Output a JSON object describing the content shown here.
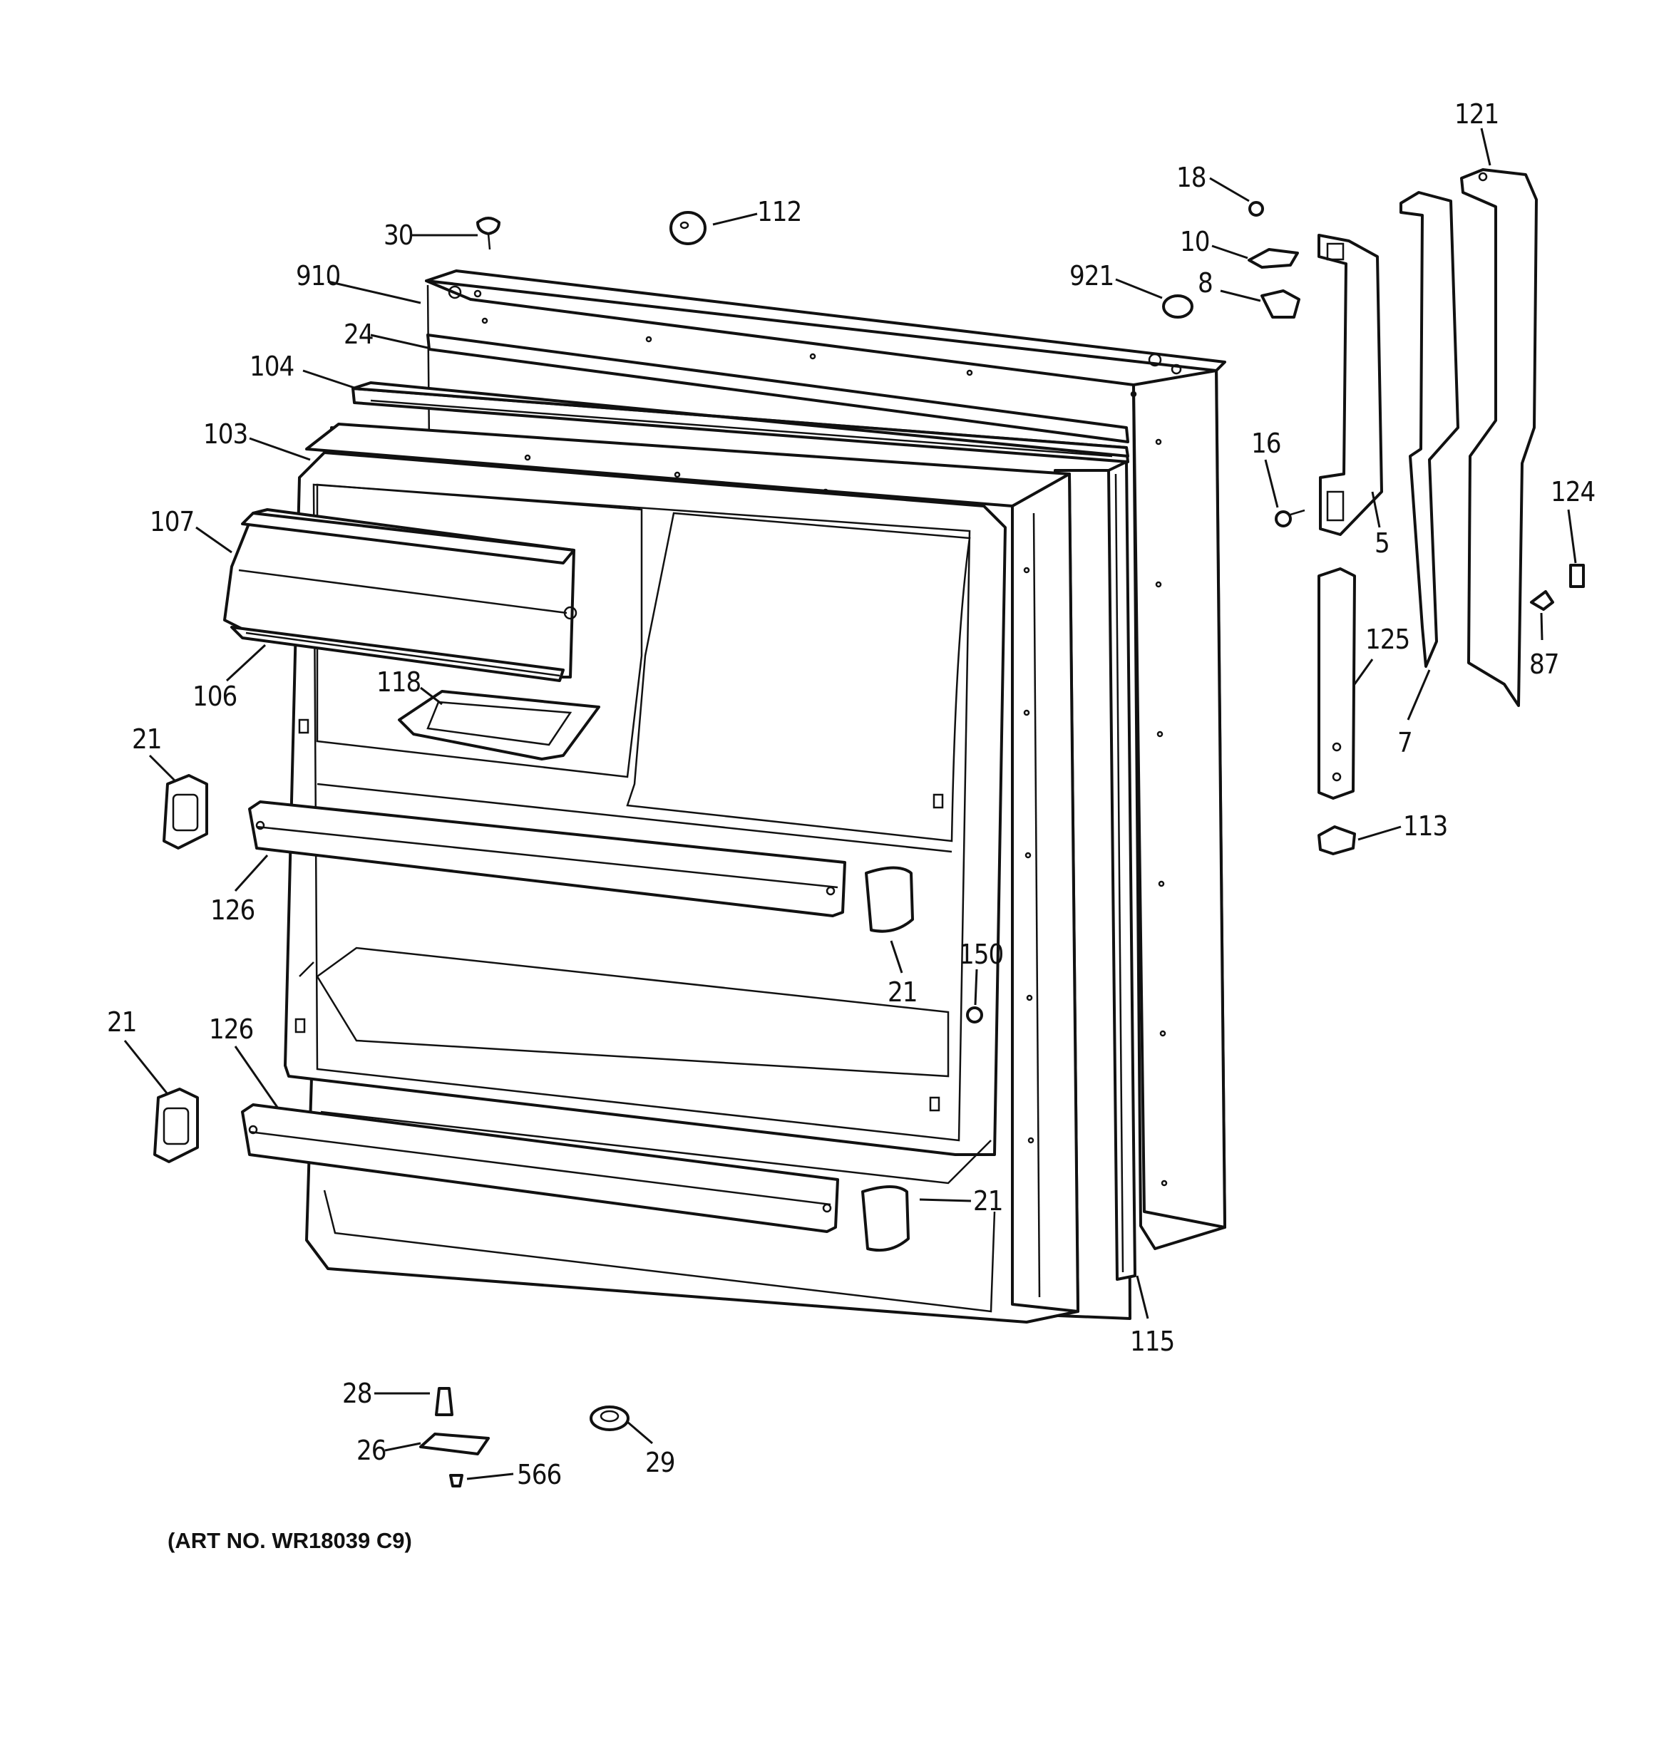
{
  "diagram": {
    "art_number": "(ART NO. WR18039 C9)",
    "callouts": [
      {
        "id": "c30",
        "text": "30"
      },
      {
        "id": "c112",
        "text": "112"
      },
      {
        "id": "c910",
        "text": "910"
      },
      {
        "id": "c24",
        "text": "24"
      },
      {
        "id": "c104",
        "text": "104"
      },
      {
        "id": "c103",
        "text": "103"
      },
      {
        "id": "c107",
        "text": "107"
      },
      {
        "id": "c106",
        "text": "106"
      },
      {
        "id": "c118",
        "text": "118"
      },
      {
        "id": "c21a",
        "text": "21"
      },
      {
        "id": "c126a",
        "text": "126"
      },
      {
        "id": "c21b",
        "text": "21"
      },
      {
        "id": "c150",
        "text": "150"
      },
      {
        "id": "c21c",
        "text": "21"
      },
      {
        "id": "c126b",
        "text": "126"
      },
      {
        "id": "c21d",
        "text": "21"
      },
      {
        "id": "c115",
        "text": "115"
      },
      {
        "id": "c28",
        "text": "28"
      },
      {
        "id": "c26",
        "text": "26"
      },
      {
        "id": "c566",
        "text": "566"
      },
      {
        "id": "c29",
        "text": "29"
      },
      {
        "id": "c18",
        "text": "18"
      },
      {
        "id": "c10",
        "text": "10"
      },
      {
        "id": "c8",
        "text": "8"
      },
      {
        "id": "c921",
        "text": "921"
      },
      {
        "id": "c121",
        "text": "121"
      },
      {
        "id": "c16",
        "text": "16"
      },
      {
        "id": "c5",
        "text": "5"
      },
      {
        "id": "c124",
        "text": "124"
      },
      {
        "id": "c125",
        "text": "125"
      },
      {
        "id": "c87",
        "text": "87"
      },
      {
        "id": "c7",
        "text": "7"
      },
      {
        "id": "c113",
        "text": "113"
      }
    ]
  }
}
